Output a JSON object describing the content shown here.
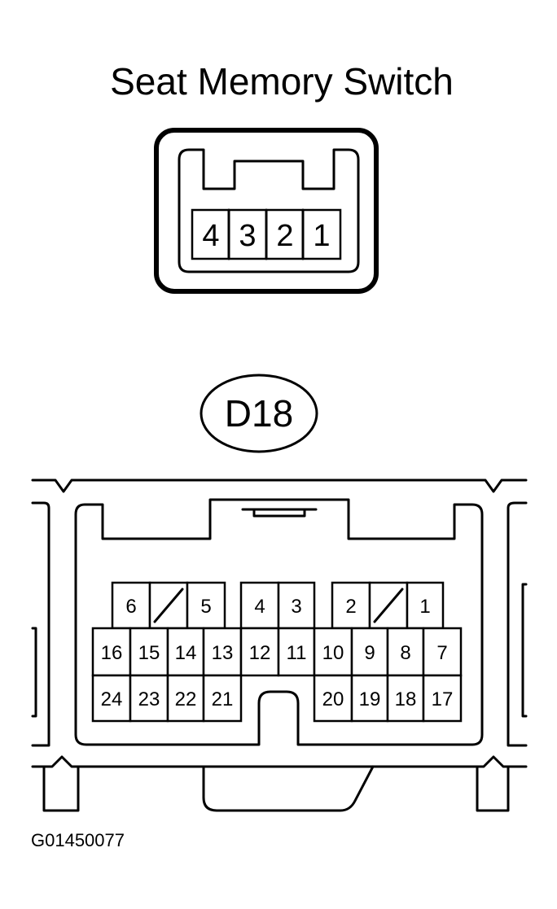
{
  "title": "Seat Memory Switch",
  "switch_connector": {
    "pins": [
      "4",
      "3",
      "2",
      "1"
    ]
  },
  "d18_connector": {
    "tag": "D18",
    "top_row": [
      "6",
      "5",
      "4",
      "3",
      "2",
      "1"
    ],
    "middle_row": [
      "16",
      "15",
      "14",
      "13",
      "12",
      "11",
      "10",
      "9",
      "8",
      "7"
    ],
    "bottom_row_left": [
      "24",
      "23",
      "22",
      "21"
    ],
    "bottom_row_right": [
      "20",
      "19",
      "18",
      "17"
    ]
  },
  "figure_id": "G01450077"
}
